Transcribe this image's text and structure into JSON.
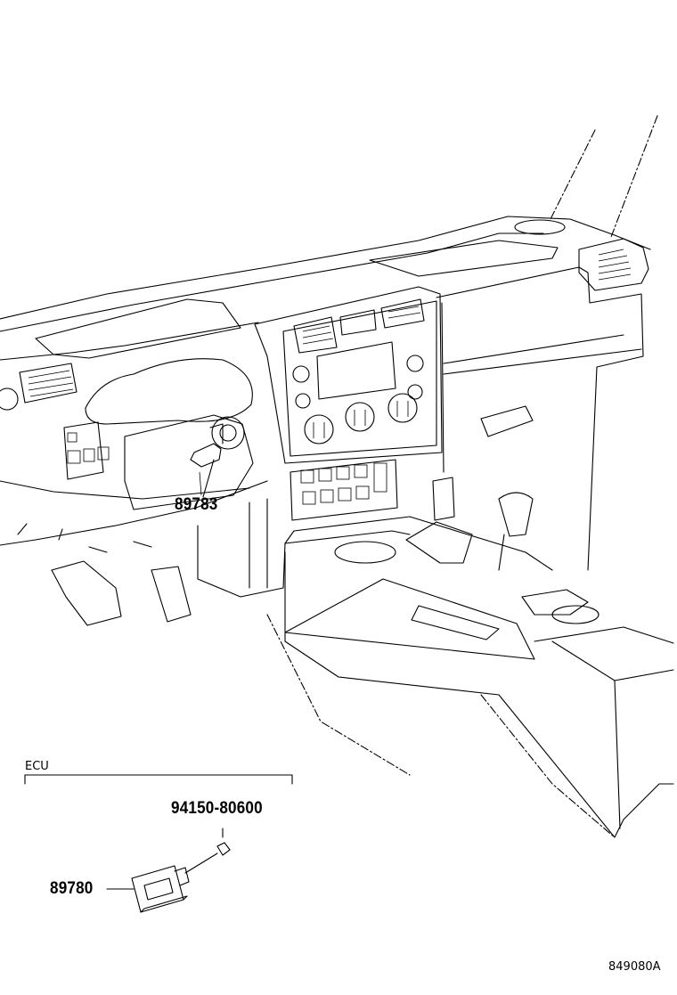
{
  "diagram": {
    "part_labels": {
      "p1": "89783",
      "p2": "94150-80600",
      "p3": "89780"
    },
    "group_label": "ECU",
    "figure_code": "849080A"
  }
}
